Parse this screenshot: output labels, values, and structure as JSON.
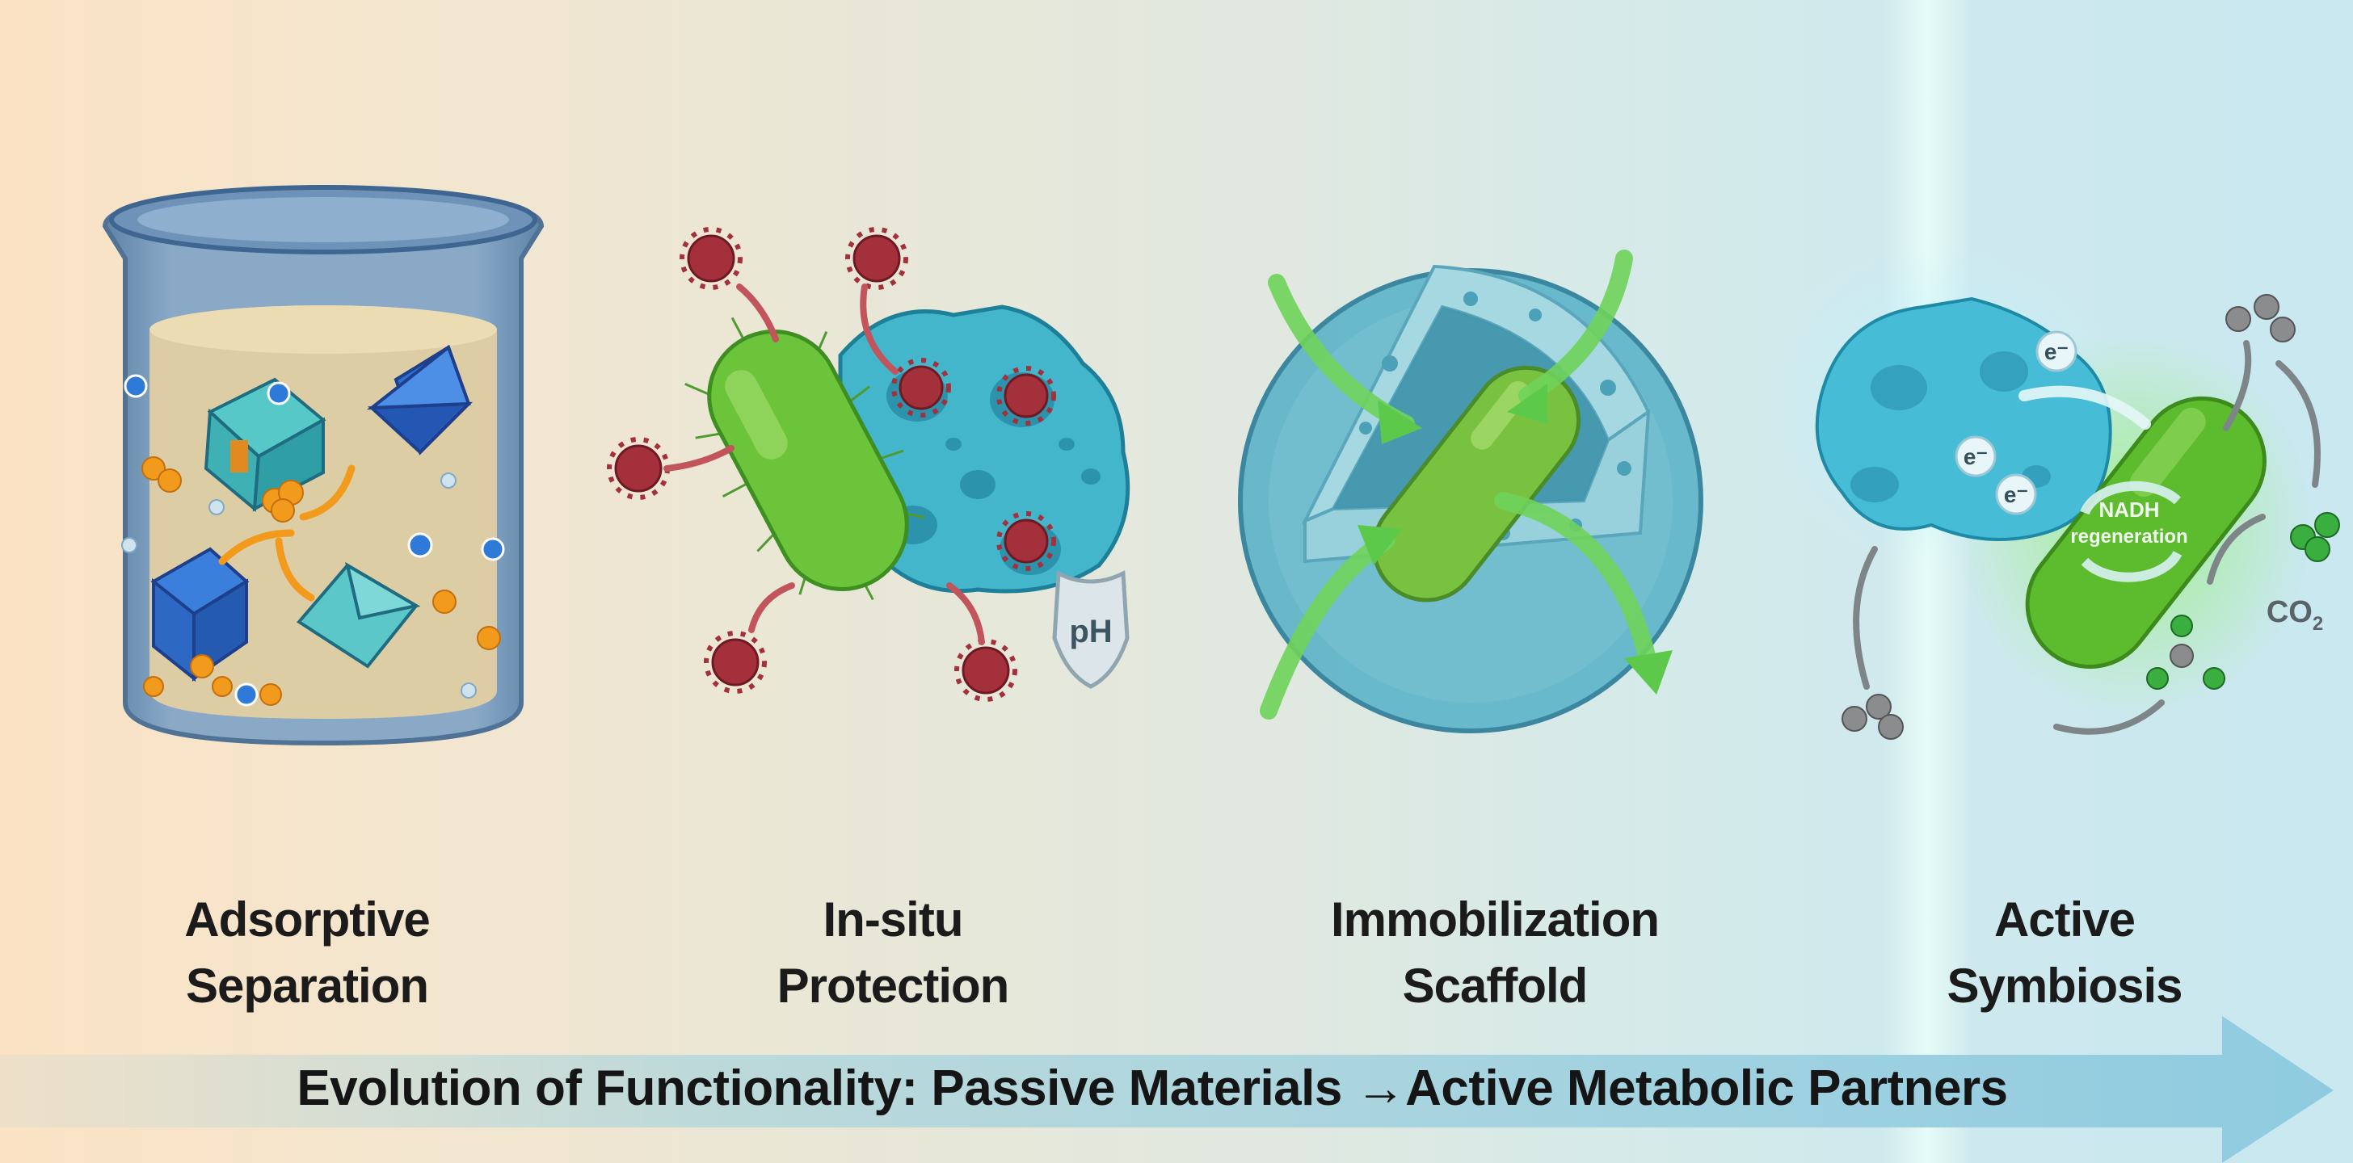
{
  "title": "Evolution of Functionality: Passive Materials →Active Metabolic Partners",
  "colors": {
    "background_left": "#fbe2c4",
    "background_right": "#c9e8f0",
    "arrow_banner": "#8fcbe0",
    "framework_teal": "#3fb8cf",
    "bacterium_green": "#6cc43a",
    "pathogen_red": "#a3303a",
    "adsorbate_orange": "#f29a1c"
  },
  "stages": [
    {
      "id": "adsorptive-separation",
      "line1": "Adsorptive",
      "line2": "Separation",
      "icon": "beaker-with-porous-crystals-icon"
    },
    {
      "id": "in-situ-protection",
      "line1": "In-situ",
      "line2": "Protection",
      "icon": "bacterium-shielded-by-porous-framework-icon",
      "badge": "pH"
    },
    {
      "id": "immobilization-scaffold",
      "line1": "Immobilization",
      "line2": "Scaffold",
      "icon": "bacterium-encapsulated-in-porous-sphere-icon"
    },
    {
      "id": "active-symbiosis",
      "line1": "Active",
      "line2": "Symbiosis",
      "icon": "framework-bacterium-electron-transfer-icon",
      "electron_label": "e⁻",
      "cycle_label_1": "NADH",
      "cycle_label_2": "regeneration",
      "co2_label": "CO",
      "co2_sub": "2"
    }
  ]
}
